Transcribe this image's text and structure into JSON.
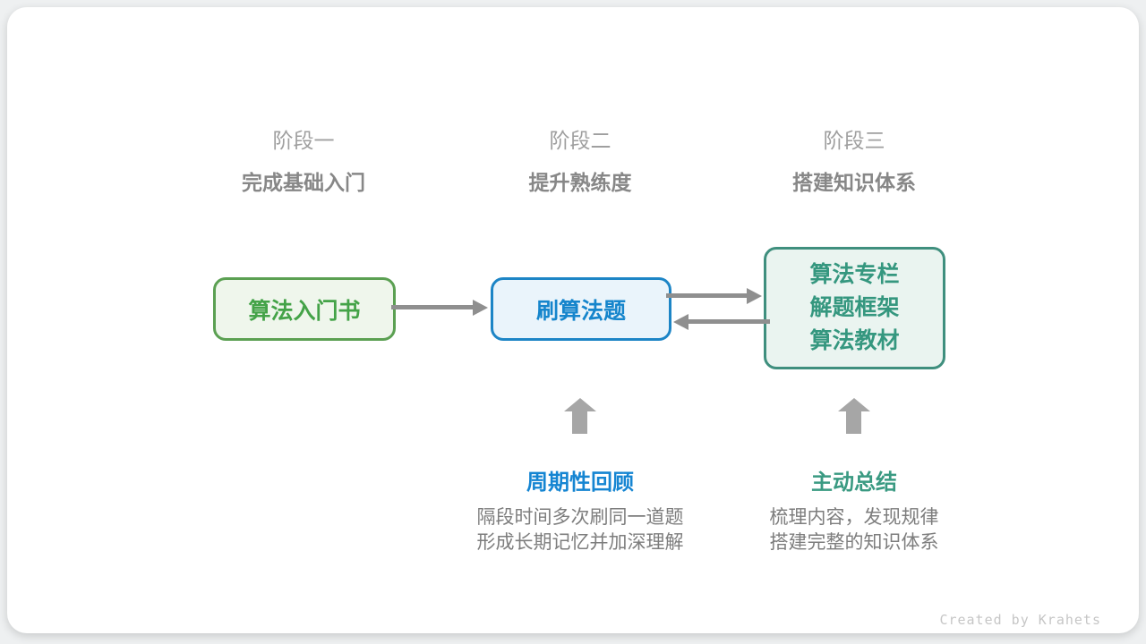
{
  "page": {
    "background": "#eef0f1",
    "card_background": "#ffffff"
  },
  "stages": [
    {
      "label": "阶段一",
      "subtitle": "完成基础入门"
    },
    {
      "label": "阶段二",
      "subtitle": "提升熟练度"
    },
    {
      "label": "阶段三",
      "subtitle": "搭建知识体系"
    }
  ],
  "nodes": [
    {
      "id": "algorithm-intro-book",
      "lines": [
        "算法入门书"
      ],
      "text_color": "#44a348",
      "border_color": "#5ba052",
      "fill_color": "#eff6ec"
    },
    {
      "id": "practice-problems",
      "lines": [
        "刷算法题"
      ],
      "text_color": "#1585cc",
      "border_color": "#1d85c6",
      "fill_color": "#eaf4fb"
    },
    {
      "id": "knowledge-resources",
      "lines": [
        "算法专栏",
        "解题框架",
        "算法教材"
      ],
      "text_color": "#35977f",
      "border_color": "#3f8f7e",
      "fill_color": "#eaf4f0"
    }
  ],
  "annotations": [
    {
      "title": "周期性回顾",
      "title_color": "#1585d2",
      "lines": [
        "隔段时间多次刷同一道题",
        "形成长期记忆并加深理解"
      ]
    },
    {
      "title": "主动总结",
      "title_color": "#3a9a82",
      "lines": [
        "梳理内容，发现规律",
        "搭建完整的知识体系"
      ]
    }
  ],
  "arrows": {
    "connector_color": "#8f8f8f",
    "up_arrow_color": "#a6a6a6"
  },
  "footer": {
    "credit": "Created by Krahets"
  }
}
